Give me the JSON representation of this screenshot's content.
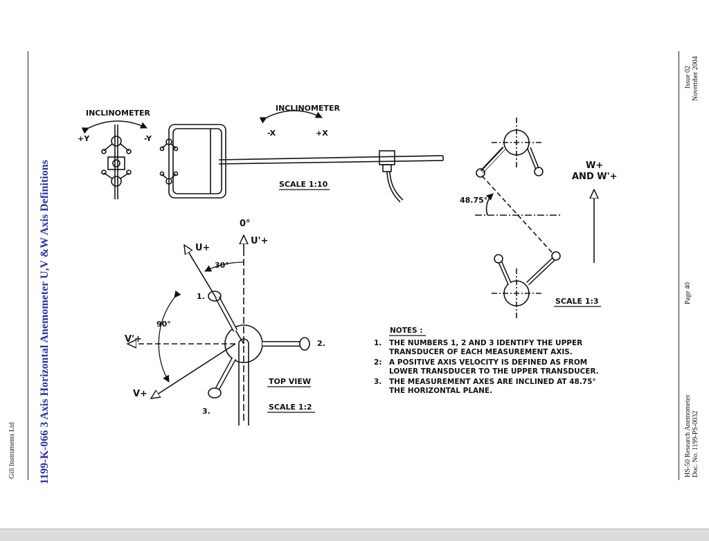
{
  "sidebar": {
    "company": "Gill Instruments Ltd",
    "title": "1199-K-066 3 Axis Horizontal Anemometer U,V &W Axis Definitions"
  },
  "right_margin": {
    "issue": "Issue 02",
    "date": "November 2004",
    "page": "Page 40",
    "product": "HS-50 Research Anemometer",
    "doc_no": "Doc. No. 1199-PS-0032"
  },
  "diagram": {
    "inclinometer_left": "INCLINOMETER",
    "plus_y": "+Y",
    "minus_y": "-Y",
    "inclinometer_top": "INCLINOMETER",
    "minus_x": "-X",
    "plus_x": "+X",
    "scale_side": "SCALE 1:10",
    "angle_incline": "48.75°",
    "w_plus": "W+",
    "and_w_prime": "AND W'+",
    "scale_incline": "SCALE 1:3",
    "zero_deg": "0°",
    "u_prime_plus": "U'+",
    "u_plus": "U+",
    "angle_30": "30°",
    "num_1": "1.",
    "num_2": "2.",
    "num_3": "3.",
    "angle_90": "90°",
    "v_prime_plus": "V'+",
    "v_plus": "V+",
    "top_view": "TOP VIEW",
    "scale_top": "SCALE 1:2"
  },
  "notes": {
    "heading": "NOTES :",
    "n1_num": "1.",
    "n1_line1": "THE NUMBERS 1, 2 AND 3 IDENTIFY THE UPPER",
    "n1_line2": "TRANSDUCER OF EACH MEASUREMENT AXIS.",
    "n2_num": "2:",
    "n2_line1": "A POSITIVE AXIS VELOCITY IS DEFINED AS FROM",
    "n2_line2": "LOWER TRANSDUCER TO THE UPPER TRANSDUCER.",
    "n3_num": "3.",
    "n3_line1": "THE MEASUREMENT AXES ARE INCLINED AT 48.75°",
    "n3_line2": "THE HORIZONTAL PLANE."
  }
}
